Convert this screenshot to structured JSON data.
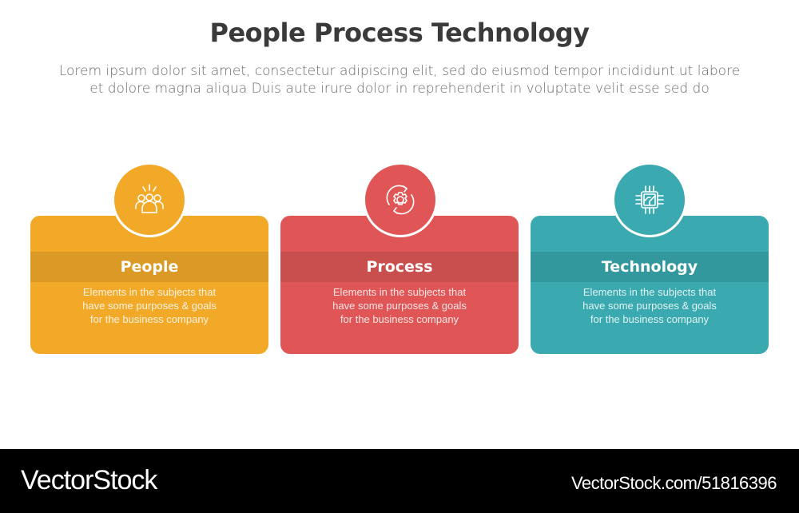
{
  "header": {
    "title": "People Process Technology",
    "subtitle": "Lorem ipsum dolor sit amet, consectetur adipiscing elit, sed do eiusmod tempor incididunt ut labore\net dolore magna aliqua Duis aute irure dolor in reprehenderit in voluptate velit esse sed do"
  },
  "cards": [
    {
      "label": "People",
      "icon": "people-group-icon",
      "color": "#F2A928",
      "band_color": "#DB9A26",
      "description": "Elements in the subjects that\nhave  some purposes & goals\nfor the  business company"
    },
    {
      "label": "Process",
      "icon": "gear-cycle-icon",
      "color": "#E05656",
      "band_color": "#C94E4E",
      "description": "Elements in the subjects that\nhave  some purposes & goals\nfor the  business company"
    },
    {
      "label": "Technology",
      "icon": "cpu-chip-icon",
      "color": "#3AAAB0",
      "band_color": "#33989D",
      "description": "Elements in the subjects that\nhave  some purposes & goals\nfor the  business company"
    }
  ],
  "footer": {
    "brand": "VectorStock",
    "reference": "VectorStock.com/51816396"
  }
}
